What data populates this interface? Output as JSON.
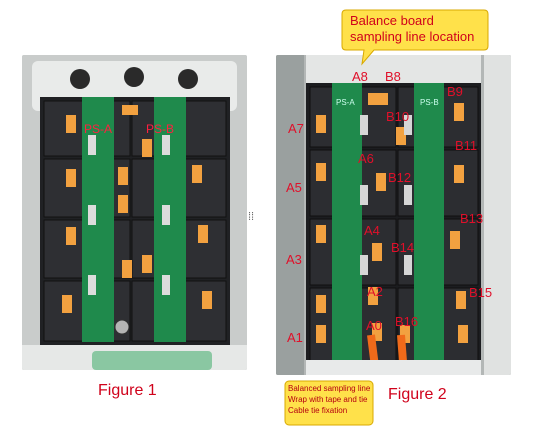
{
  "figure1": {
    "caption": "Figure 1",
    "labels": [
      "PS-A",
      "PS-B"
    ]
  },
  "figure2": {
    "caption": "Figure 2",
    "board_labels": [
      "PS-A",
      "PS-B"
    ],
    "a_labels": [
      "A8",
      "A7",
      "A6",
      "A5",
      "A4",
      "A3",
      "A2",
      "A1",
      "A0"
    ],
    "b_labels": [
      "B8",
      "B9",
      "B10",
      "B11",
      "B12",
      "B13",
      "B14",
      "B15",
      "B16"
    ]
  },
  "callouts": {
    "top_line1": "Balance board",
    "top_line2": "sampling line location",
    "bottom_line1": "Balanced sampling line",
    "bottom_line2": "Wrap with tape and tie",
    "bottom_line3": "Cable tie fixation"
  },
  "colors": {
    "label_red": "#e0102a",
    "callout_yellow": "#ffe14a",
    "pcb_green": "#1f8a4c",
    "cell_black": "#1d1d1f",
    "copper_orange": "#f2a140"
  },
  "icons": {
    "divider": "drag-handle-icon"
  }
}
